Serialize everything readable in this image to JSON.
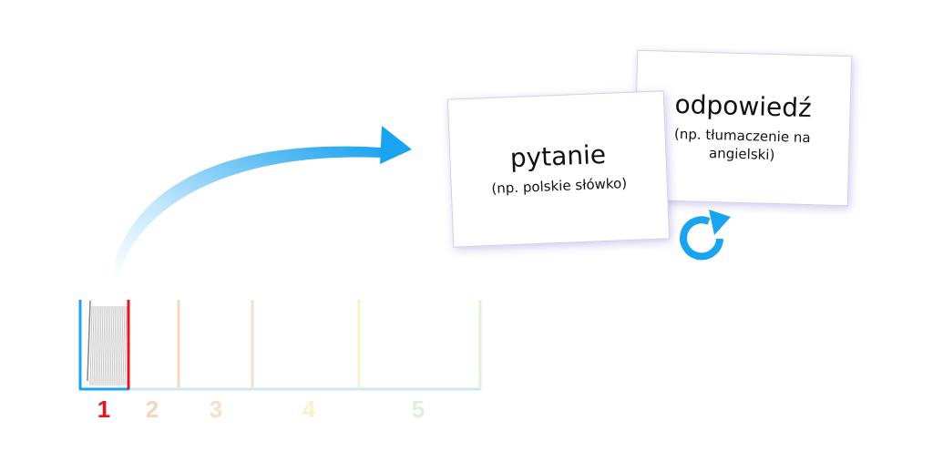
{
  "cards": {
    "question": {
      "title": "pytanie",
      "subtitle": "(np. polskie słówko)"
    },
    "answer": {
      "title": "odpowiedź",
      "subtitle": "(np. tłumaczenie na angielski)"
    }
  },
  "boxes": [
    {
      "label": "1",
      "color": "#e8141b"
    },
    {
      "label": "2",
      "color": "#f6d5c0"
    },
    {
      "label": "3",
      "color": "#f7e0c8"
    },
    {
      "label": "4",
      "color": "#fbf0c8"
    },
    {
      "label": "5",
      "color": "#dff0d8"
    }
  ],
  "colors": {
    "accent_blue": "#1aa3ef",
    "tray_line": "#cce8f4",
    "active_box": "#e8141b"
  },
  "icons": {
    "flip": "rotate-arrow-icon",
    "move": "curved-arrow-icon"
  }
}
